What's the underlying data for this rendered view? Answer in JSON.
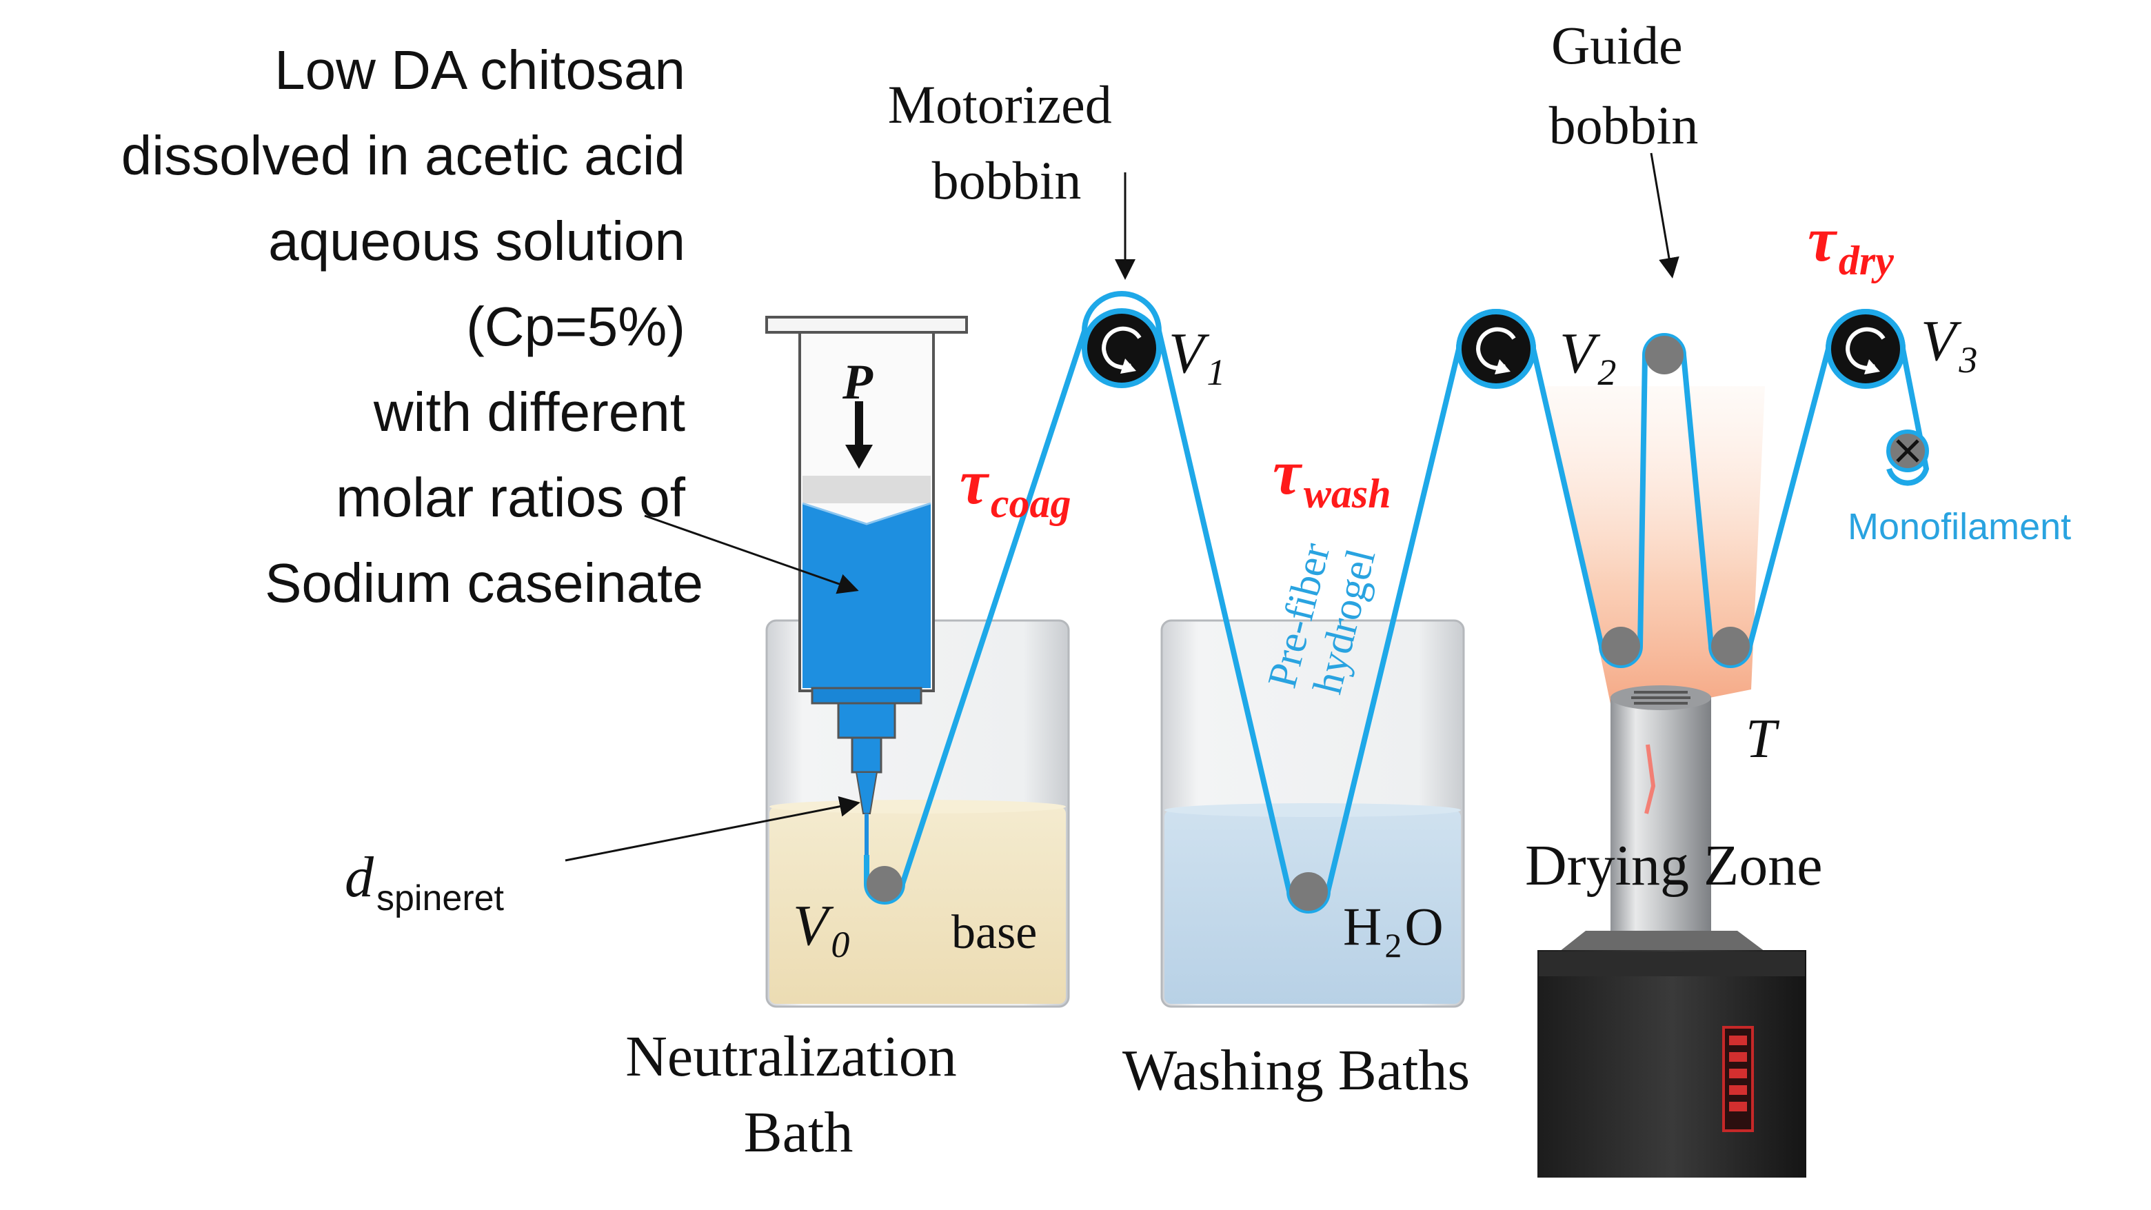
{
  "description_lines": [
    "Low DA chitosan",
    "dissolved in acetic acid",
    "aqueous solution",
    "(Cp=5%)",
    "with different",
    "molar ratios of",
    "Sodium caseinate"
  ],
  "labels": {
    "motorized_bobbin": [
      "Motorized",
      "bobbin"
    ],
    "guide_bobbin": [
      "Guide",
      "bobbin"
    ],
    "pressure": "P",
    "d_main": "d",
    "d_sub": "spineret",
    "v0_main": "V",
    "v0_sub": "0",
    "v1_main": "V",
    "v1_sub": "1",
    "v2_main": "V",
    "v2_sub": "2",
    "v3_main": "V",
    "v3_sub": "3",
    "tau": "τ",
    "tau_coag_sub": "coag",
    "tau_wash_sub": "wash",
    "tau_dry_sub": "dry",
    "pre_fiber": [
      "Pre-fiber",
      "hydrogel"
    ],
    "monofilament": "Monofilament",
    "temperature": "T",
    "base": "base",
    "h2o_main": "H",
    "h2o_sub": "2",
    "h2o_end": "O",
    "drying_zone": "Drying Zone",
    "neutralization_bath": [
      "Neutralization",
      "Bath"
    ],
    "washing_baths": "Washing Baths"
  },
  "colors": {
    "filament": "#1ea8e8",
    "tau_red": "#ff1a1a",
    "syringe_fluid": "#1e8fe0",
    "bath_base": "#f2e6c4",
    "bath_water": "#c6dcec",
    "heat_glow": "#f7b08a",
    "bobbin_black": "#111111",
    "roller_gray": "#7a7a7a",
    "monofilament_text": "#29a3e0"
  }
}
